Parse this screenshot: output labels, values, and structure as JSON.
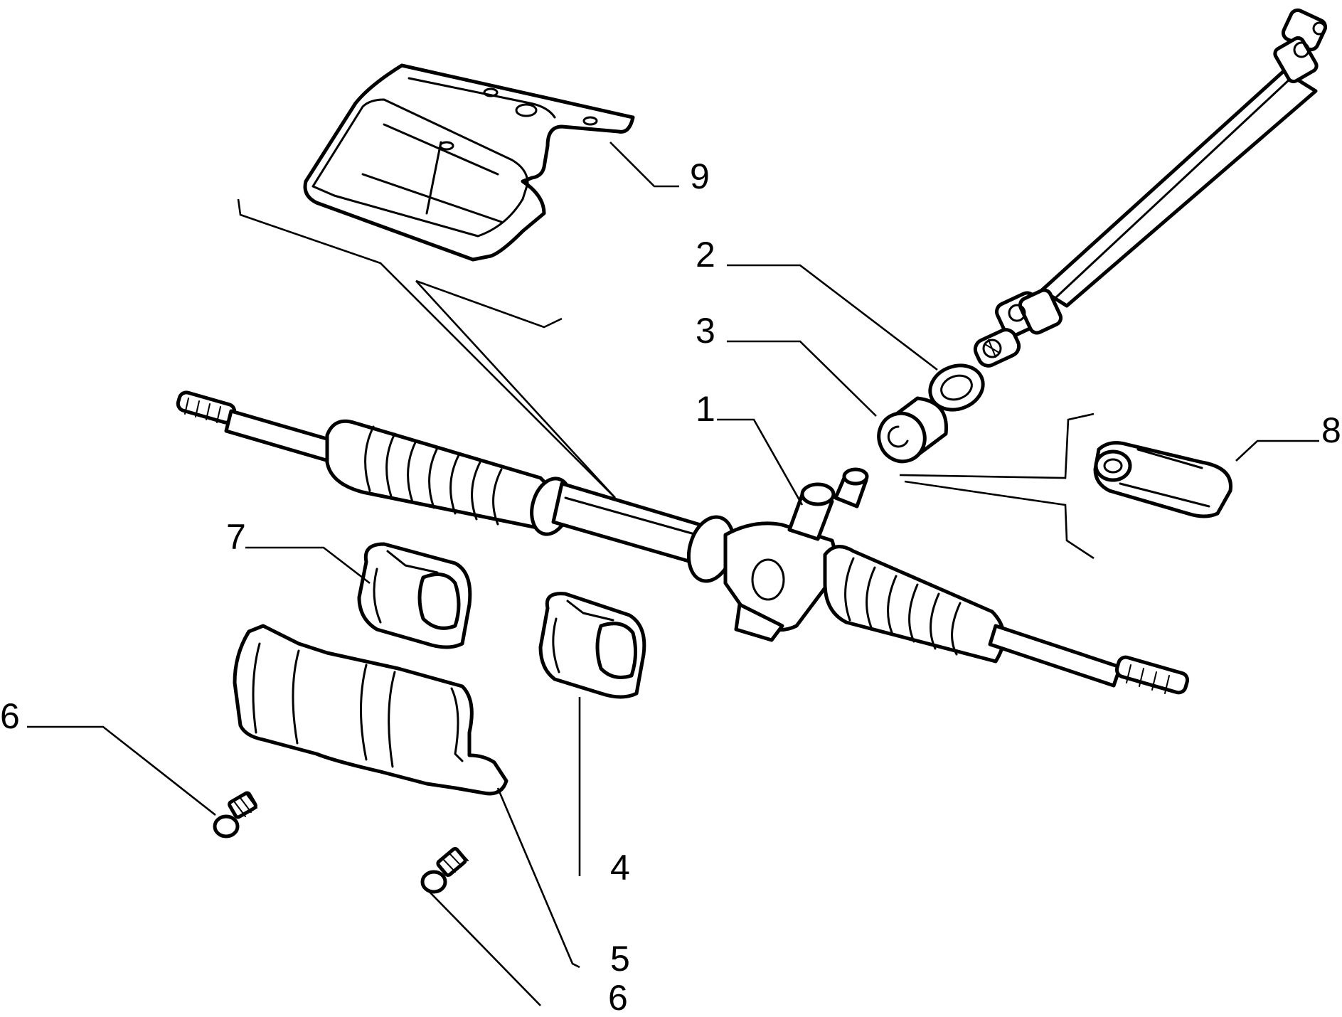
{
  "diagram": {
    "callouts": [
      {
        "id": "1",
        "label": "1"
      },
      {
        "id": "2",
        "label": "2"
      },
      {
        "id": "3",
        "label": "3"
      },
      {
        "id": "4",
        "label": "4"
      },
      {
        "id": "5",
        "label": "5"
      },
      {
        "id": "6a",
        "label": "6"
      },
      {
        "id": "6b",
        "label": "6"
      },
      {
        "id": "7",
        "label": "7"
      },
      {
        "id": "8",
        "label": "8"
      },
      {
        "id": "9",
        "label": "9"
      }
    ],
    "parts": [
      {
        "id": "1",
        "icon": "steering-rack-icon"
      },
      {
        "id": "2",
        "icon": "seal-ring-icon"
      },
      {
        "id": "3",
        "icon": "bushing-icon"
      },
      {
        "id": "4",
        "icon": "mount-bracket-icon"
      },
      {
        "id": "5",
        "icon": "rack-cover-icon"
      },
      {
        "id": "6",
        "icon": "bolt-icon"
      },
      {
        "id": "7",
        "icon": "mount-bracket-icon"
      },
      {
        "id": "8",
        "icon": "clamp-icon"
      },
      {
        "id": "9",
        "icon": "heat-shield-icon"
      },
      {
        "id": "shaft",
        "icon": "steering-shaft-icon"
      }
    ],
    "colors": {
      "line": "#000000",
      "background": "#ffffff"
    }
  }
}
